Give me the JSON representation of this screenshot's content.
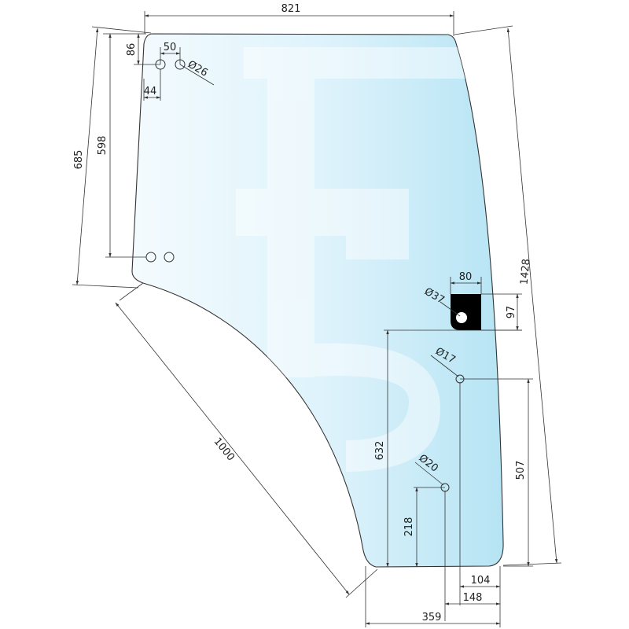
{
  "drawing": {
    "colors": {
      "glass_light": "#f4fbfe",
      "glass_dark": "#b6e4f4",
      "watermark": "#ffffff",
      "line": "#333333",
      "cutout": "#000000"
    },
    "dimensions": {
      "top_width": "821",
      "left_height": "685",
      "hole_row_height": "598",
      "top_offset": "86",
      "hole_spacing": "50",
      "top_hole_dia": "Ø26",
      "edge_offset": "44",
      "right_height": "1428",
      "cutout_width": "80",
      "cutout_height": "97",
      "cutout_dia": "Ø37",
      "cutout_level": "632",
      "hole17_dia": "Ø17",
      "hole17_height": "507",
      "hole20_dia": "Ø20",
      "hole20_height": "218",
      "curve_length": "1000",
      "bottom_offset_1": "104",
      "bottom_offset_2": "148",
      "bottom_width": "359"
    }
  }
}
